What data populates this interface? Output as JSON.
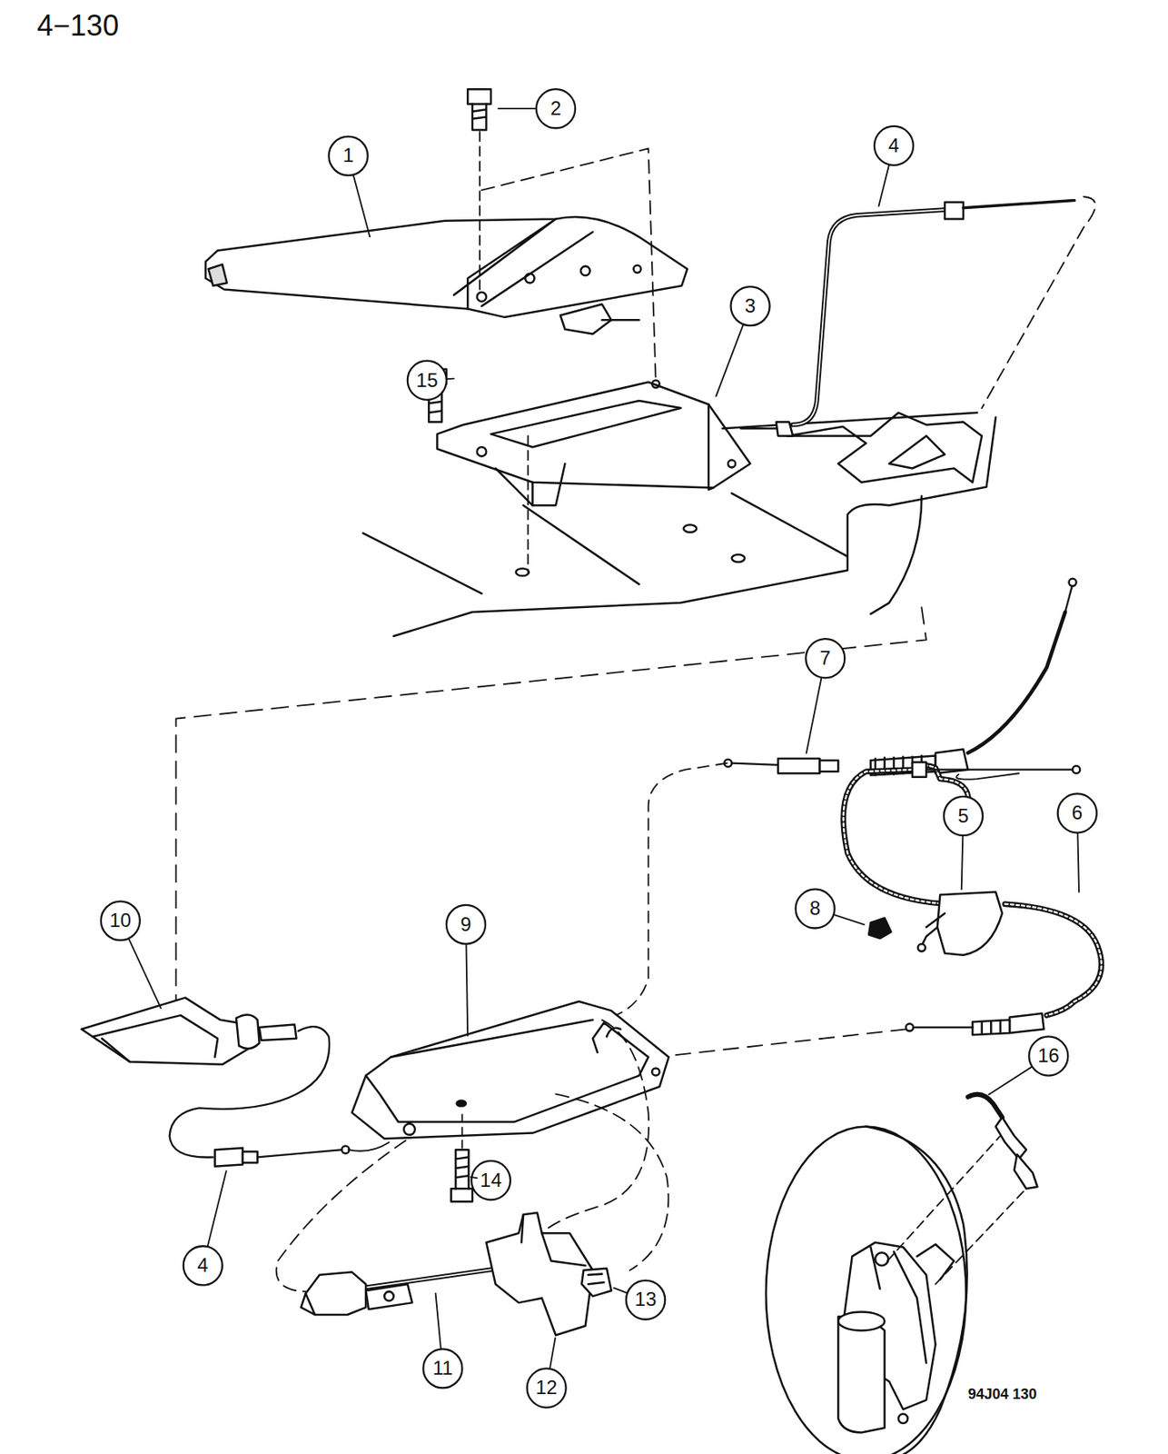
{
  "diagram": {
    "labels": [
      "4−130",
      "1",
      "2",
      "4",
      "3",
      "15",
      "7",
      "5",
      "6",
      "8",
      "10",
      "9",
      "16",
      "14",
      "4",
      "13",
      "11",
      "12",
      "94J04 130"
    ]
  }
}
